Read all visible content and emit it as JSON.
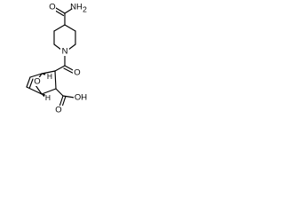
{
  "structure": {
    "labels": {
      "amine": "NH",
      "amine_subscript": "2",
      "carbonyl_oxygen_amide": "O",
      "ring_nitrogen": "N",
      "carbonyl_oxygen_ketone": "O",
      "bridge_oxygen": "O",
      "acid_oxygen": "O",
      "hydroxyl": "OH",
      "stereo_hydrogen_left": "H",
      "stereo_hydrogen_right": "H"
    }
  }
}
